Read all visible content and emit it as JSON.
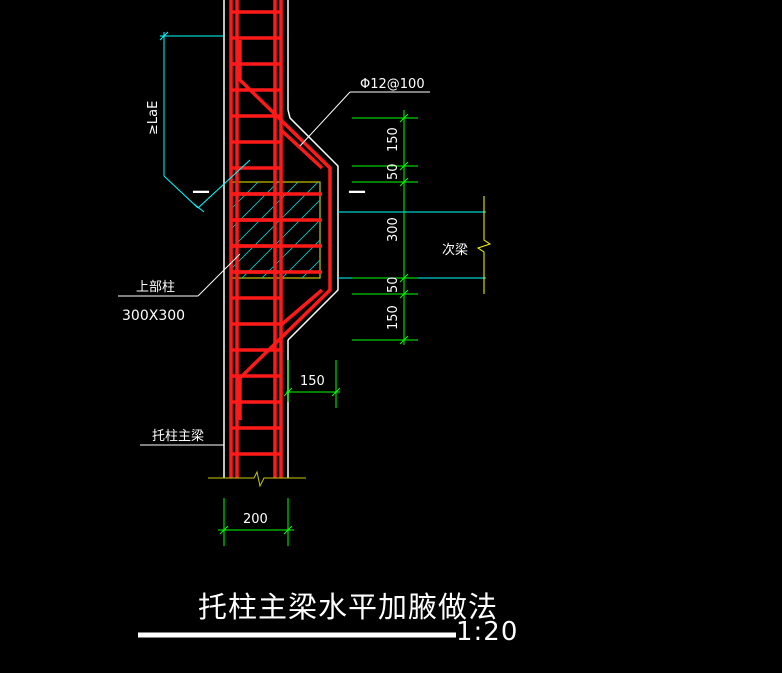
{
  "drawing": {
    "title": "托柱主梁水平加腋做法",
    "scale": "1:20",
    "rebar_label": "Φ12@100",
    "anchorage_label": "≥LaE",
    "upper_column_label": "上部柱",
    "upper_column_size": "300X300",
    "main_beam_label": "托柱主梁",
    "secondary_beam_label": "次梁",
    "section_mark_left": "—",
    "section_mark_right": "—",
    "dims": {
      "haunch_top_150": "150",
      "haunch_top_50": "50",
      "beam_300": "300",
      "haunch_bottom_50": "50",
      "haunch_bottom_150": "150",
      "haunch_width_150": "150",
      "beam_width_200": "200"
    }
  },
  "colors": {
    "background": "#000000",
    "rebar": "#ff1a1a",
    "outline": "#ffffff",
    "dimension": "#00ff00",
    "leader": "#00ffff",
    "hatch": "#00c8c8",
    "secondary_beam": "#ffff00",
    "label": "#ffffff"
  }
}
